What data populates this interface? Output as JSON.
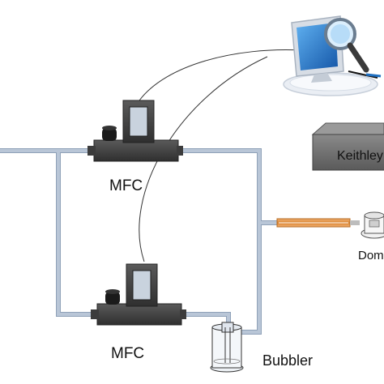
{
  "labels": {
    "mfc_top": "MFC",
    "mfc_bottom": "MFC",
    "instrument": "Keithley",
    "chamber": "Dom",
    "bubbler": "Bubbler"
  },
  "colors": {
    "pipe": "#aab8cc",
    "pipe_edge": "#8fa1b8",
    "device_body": "#4a4a4a",
    "device_dark": "#2b2b2b",
    "device_window": "#c9d3de",
    "keithley_body": "#6d6d6d",
    "sample_rod": "#d9822b",
    "monitor_blue": "#1e6fc1",
    "wire": "#333333"
  },
  "icons": {
    "computer": "computer-monitor-search-icon"
  }
}
